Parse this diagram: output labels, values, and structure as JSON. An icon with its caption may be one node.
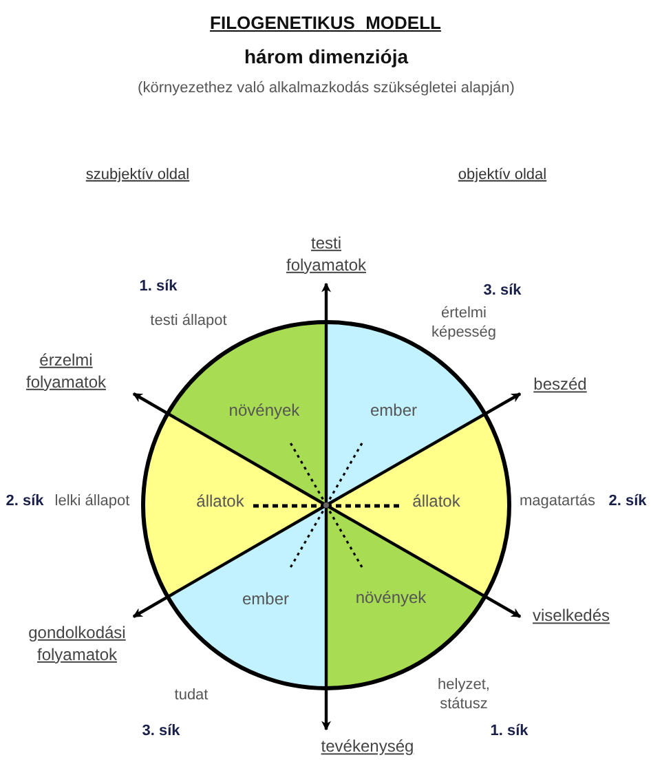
{
  "diagram": {
    "title": "FILOGENETIKUS MODELL",
    "nodes": [
      {
        "text": [
          "testi folyamatok"
        ]
      },
      {
        "text": [
          "érzelmi folyamatok"
        ]
      },
      {
        "text": [
          "beszéd"
        ]
      },
      {
        "text": [
          "növények"
        ]
      },
      {
        "text": [
          "ember"
        ]
      },
      {
        "text": [
          "állatok"
        ]
      },
      {
        "text": [
          "állatok"
        ]
      },
      {
        "text": [
          "ember"
        ]
      },
      {
        "text": [
          "növények"
        ]
      },
      {
        "text": [
          "viselkedés"
        ]
      },
      {
        "text": [
          "gondolkodási folyamatok"
        ]
      },
      {
        "text": [
          "tevékenység"
        ]
      },
      {
        "text": [],
        "shape": "circle"
      }
    ],
    "edges": [
      {
        "from": 12,
        "to": 0,
        "arrow": "to"
      },
      {
        "from": 12,
        "to": 1,
        "arrow": "to"
      },
      {
        "from": 12,
        "to": 2,
        "arrow": "to"
      },
      {
        "from": 12,
        "to": 9,
        "arrow": "to"
      },
      {
        "from": 12,
        "to": 10,
        "arrow": "to"
      },
      {
        "from": 12,
        "to": 11,
        "arrow": "to"
      }
    ],
    "labels": [
      "három dimenziója",
      "(környezethez való alkalmazkodás szükségletei alapján)",
      "szubjektív oldal",
      "objektív oldal",
      "1. sík",
      "3. sík",
      "testi állapot",
      "értelmi képesség",
      "2. sík",
      "lelki állapot",
      "magatartás",
      "2. sík",
      "tudat",
      "helyzet, státusz",
      "3. sík",
      "1. sík"
    ]
  }
}
